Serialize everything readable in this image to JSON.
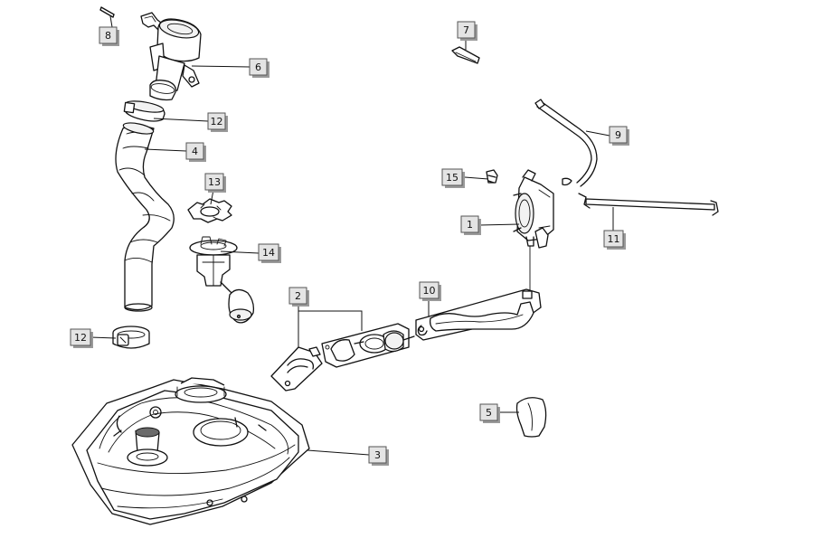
{
  "callouts": [
    {
      "id": "c1",
      "label": "1"
    },
    {
      "id": "c2",
      "label": "2"
    },
    {
      "id": "c3",
      "label": "3"
    },
    {
      "id": "c4",
      "label": "4"
    },
    {
      "id": "c5",
      "label": "5"
    },
    {
      "id": "c6",
      "label": "6"
    },
    {
      "id": "c7",
      "label": "7"
    },
    {
      "id": "c8",
      "label": "8"
    },
    {
      "id": "c9",
      "label": "9"
    },
    {
      "id": "c10",
      "label": "10"
    },
    {
      "id": "c11",
      "label": "11"
    },
    {
      "id": "c12a",
      "label": "12"
    },
    {
      "id": "c12b",
      "label": "12"
    },
    {
      "id": "c13",
      "label": "13"
    },
    {
      "id": "c14",
      "label": "14"
    },
    {
      "id": "c15",
      "label": "15"
    }
  ],
  "colors": {
    "line": "#111111",
    "callout_fill": "#e4e4e4",
    "callout_border": "#555555",
    "background": "#ffffff"
  }
}
